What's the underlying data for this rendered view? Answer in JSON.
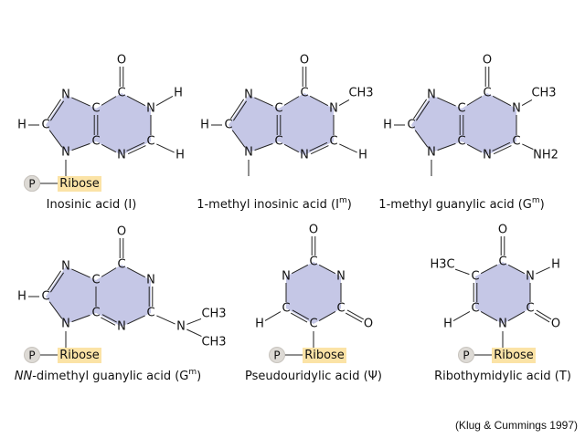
{
  "colors": {
    "ring_fill": "#c5c7e6",
    "ribose_fill": "#fbe3a6",
    "phosphate_fill": "#dddad5"
  },
  "phosphate_label": "P",
  "ribose_label": "Ribose",
  "citation": "(Klug & Cummings 1997)",
  "molecules": [
    {
      "id": "inosinic",
      "name": {
        "italic": "",
        "pre": "Inosinic acid (I)",
        "sup": "",
        "post": ""
      },
      "atoms": {
        "O": "O",
        "C6": "C",
        "N1": "N",
        "C2": "C",
        "N3": "N",
        "C4": "C",
        "C5": "C",
        "N7": "N",
        "C8": "C",
        "N9": "N",
        "H8": "H",
        "S1": "H",
        "S2": "H"
      }
    },
    {
      "id": "methyl-inosinic",
      "name": {
        "italic": "",
        "pre": "1-methyl inosinic acid (I",
        "sup": "m",
        "post": ")"
      },
      "atoms": {
        "O": "O",
        "C6": "C",
        "N1": "N",
        "C2": "C",
        "N3": "N",
        "C4": "C",
        "C5": "C",
        "N7": "N",
        "C8": "C",
        "N9": "N",
        "H8": "H",
        "S1": "CH3",
        "S2": "H"
      }
    },
    {
      "id": "methyl-guanylic",
      "name": {
        "italic": "",
        "pre": "1-methyl guanylic acid (G",
        "sup": "m",
        "post": ")"
      },
      "atoms": {
        "O": "O",
        "C6": "C",
        "N1": "N",
        "C2": "C",
        "N3": "N",
        "C4": "C",
        "C5": "C",
        "N7": "N",
        "C8": "C",
        "N9": "N",
        "H8": "H",
        "S1": "CH3",
        "S2": "NH2"
      }
    },
    {
      "id": "dimethyl-guanylic",
      "name": {
        "italic": "NN",
        "pre": "-dimethyl guanylic acid (G",
        "sup": "m",
        "post": ")"
      },
      "atoms": {
        "O": "O",
        "C6": "C",
        "N1": "N",
        "C2": "C",
        "N3": "N",
        "C4": "C",
        "C5": "C",
        "N7": "N",
        "C8": "C",
        "N9": "N",
        "H8": "H",
        "NX": "N",
        "M1": "CH3",
        "M2": "CH3"
      }
    },
    {
      "id": "pseudouridylic",
      "name": {
        "italic": "",
        "pre": "Pseudouridylic acid (Ψ)",
        "sup": "",
        "post": ""
      },
      "atoms": {
        "O": "O",
        "Ct": "C",
        "Nr": "N",
        "Cr": "C",
        "Or": "O",
        "Cb": "C",
        "Cl": "C",
        "Hl": "H",
        "Nl": "N"
      }
    },
    {
      "id": "ribothymidylic",
      "name": {
        "italic": "",
        "pre": "Ribothymidylic acid (T)",
        "sup": "",
        "post": ""
      },
      "atoms": {
        "O": "O",
        "Ct": "C",
        "Nr": "N",
        "Hr": "H",
        "Cr": "C",
        "Or": "O",
        "Nb": "N",
        "Cl": "C",
        "Hl": "H",
        "Cu": "C",
        "Me": "H3C"
      }
    }
  ]
}
